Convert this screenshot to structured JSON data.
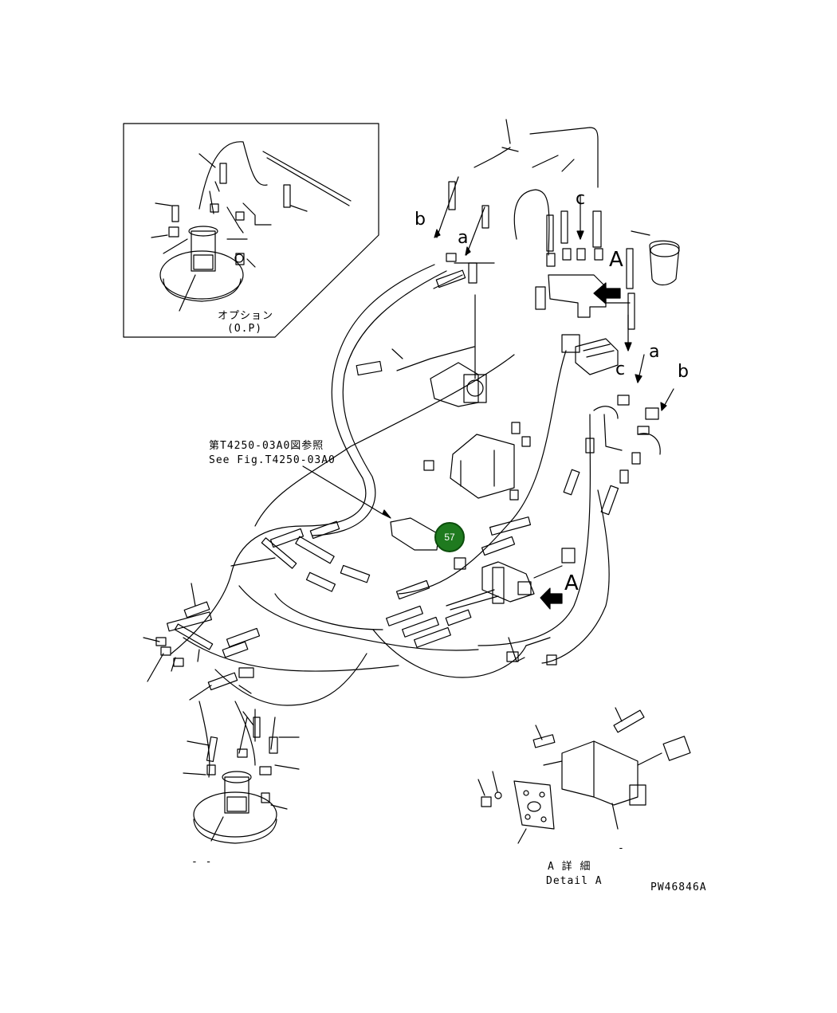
{
  "inset": {
    "caption_jp": "オプション",
    "caption_en": "(O.P)"
  },
  "reference": {
    "jp": "第T4250-03A0図参照",
    "en": "See Fig.T4250-03A0"
  },
  "markers": {
    "a_top": "a",
    "b_top": "b",
    "c_top": "c",
    "A_top": "A",
    "a_right": "a",
    "b_right": "b",
    "c_right": "c",
    "A_mid": "A"
  },
  "detail": {
    "jp": "A 詳 細",
    "en": "Detail A"
  },
  "drawing_number": "PW46846A",
  "callout": {
    "number": "57",
    "color": "#1f7a1f"
  },
  "stray_marks": {
    "bottom_left": "- -",
    "detail_tick": "-"
  },
  "icons": {
    "arrow_A_top": "hatched-arrow-icon",
    "arrow_A_mid": "hatched-arrow-icon"
  }
}
